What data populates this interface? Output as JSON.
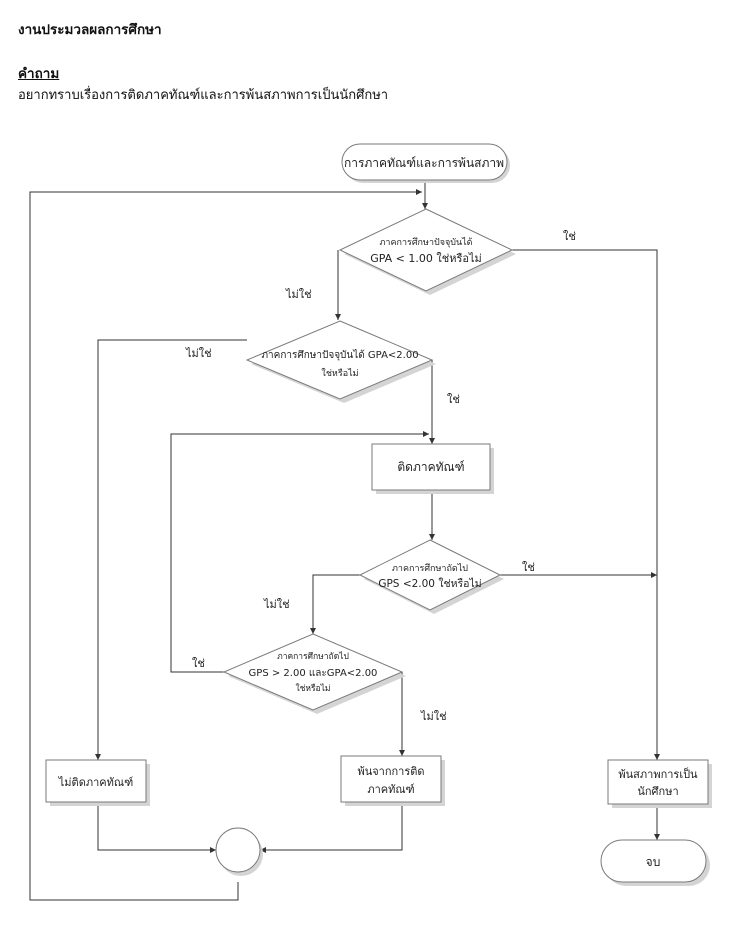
{
  "document": {
    "title": "งานประมวลผลการศึกษา",
    "question_label": "คำถาม",
    "question_text": "อยากทราบเรื่องการติดภาคทัณฑ์และการพ้นสภาพการเป็นนักศึกษา"
  },
  "flowchart": {
    "start": "การภาคทัณฑ์และการพ้นสภาพ",
    "decision_1": {
      "line1": "ภาคการศึกษาปัจจุบันได้",
      "line2": "GPA < 1.00 ใช่หรือไม่"
    },
    "decision_2": {
      "line1": "ภาคการศึกษาปัจจุบันได้ GPA<2.00",
      "line2": "ใช่หรือไม่"
    },
    "decision_3": {
      "line1": "ภาคการศึกษาถัดไป",
      "line2": "GPS <2.00 ใช่หรือไม่"
    },
    "decision_4": {
      "line1": "ภาคการศึกษาถัดไป",
      "line2": "GPS > 2.00 และGPA<2.00",
      "line3": "ใช่หรือไม่"
    },
    "process_probation": "ติดภาคทัณฑ์",
    "process_no_probation": "ไม่ติดภาคทัณฑ์",
    "process_released": {
      "line1": "พ้นจากการติด",
      "line2": "ภาคทัณฑ์"
    },
    "process_dismissed": {
      "line1": "พ้นสภาพการเป็น",
      "line2": "นักศึกษา"
    },
    "end": "จบ",
    "labels": {
      "d1_yes": "ใช่",
      "d1_no": "ไม่ใช่",
      "d2_no": "ไม่ใช่",
      "d2_yes": "ใช่",
      "d3_yes": "ใช่",
      "d3_no": "ไม่ใช่",
      "d4_yes": "ใช่",
      "d4_no": "ไม่ใช่"
    }
  }
}
